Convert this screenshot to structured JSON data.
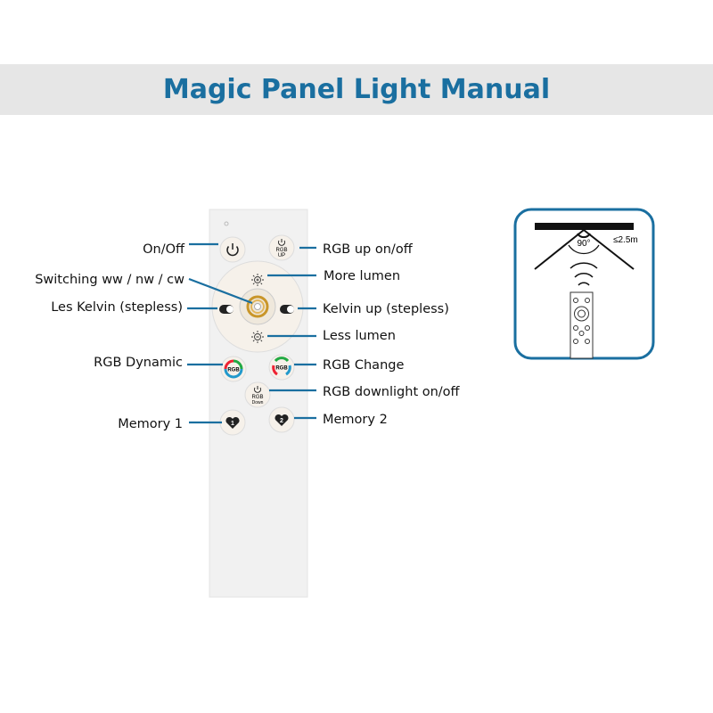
{
  "title": "Magic Panel Light Manual",
  "colors": {
    "accent": "#1a6fa0",
    "band": "#e6e6e6"
  },
  "labels": {
    "on_off": "On/Off",
    "rgb_up": "RGB up on/off",
    "switching": "Switching ww / nw / cw",
    "more_lumen": "More lumen",
    "less_kelvin": "Les Kelvin (stepless)",
    "kelvin_up": "Kelvin up (stepless)",
    "less_lumen": "Less lumen",
    "rgb_dynamic": "RGB Dynamic",
    "rgb_change": "RGB Change",
    "rgb_down": "RGB downlight on/off",
    "memory1": "Memory 1",
    "memory2": "Memory 2"
  },
  "remote_buttons": {
    "rgb_up": [
      "RGB",
      "UP"
    ],
    "rgb": "RGB",
    "rgb_down": [
      "RGB",
      "Down"
    ],
    "m1": "1",
    "m2": "2"
  },
  "diagram": {
    "angle": "90°",
    "distance": "≤2.5m"
  }
}
